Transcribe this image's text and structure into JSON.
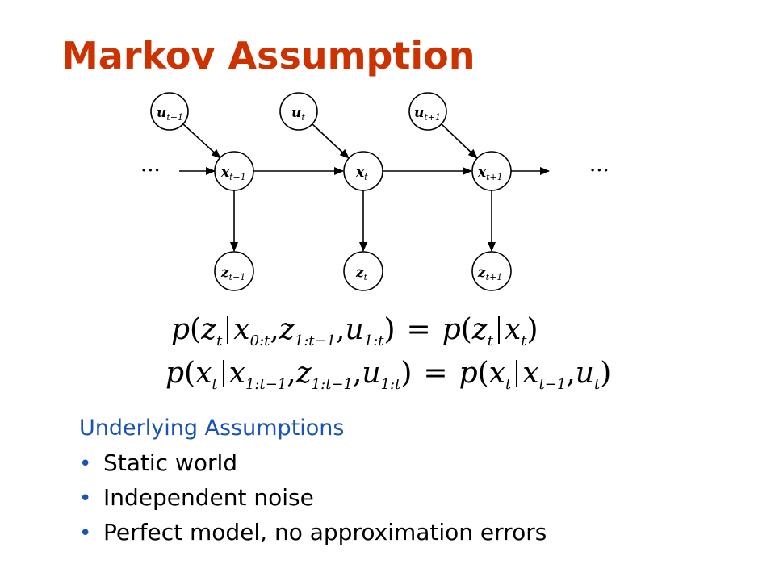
{
  "title": "Markov Assumption",
  "diagram": {
    "ellipsis": "···",
    "nodes": {
      "u_prev": {
        "base": "u",
        "sub": "t−1"
      },
      "u_cur": {
        "base": "u",
        "sub": "t"
      },
      "u_next": {
        "base": "u",
        "sub": "t+1"
      },
      "x_prev": {
        "base": "x",
        "sub": "t−1"
      },
      "x_cur": {
        "base": "x",
        "sub": "t"
      },
      "x_next": {
        "base": "x",
        "sub": "t+1"
      },
      "z_prev": {
        "base": "z",
        "sub": "t−1"
      },
      "z_cur": {
        "base": "z",
        "sub": "t"
      },
      "z_next": {
        "base": "z",
        "sub": "t+1"
      }
    }
  },
  "equations": {
    "eq1": {
      "p": "p",
      "z": "z",
      "t": "t",
      "x": "x",
      "u": "u",
      "s_x": "0:t",
      "s_z": "1:t−1",
      "s_u": "1:t"
    },
    "eq2": {
      "p": "p",
      "z": "z",
      "t": "t",
      "x": "x",
      "u": "u",
      "s_x": "1:t−1",
      "s_z": "1:t−1",
      "s_u": "1:t",
      "s_xprev": "t−1"
    }
  },
  "assumptions": {
    "heading": "Underlying Assumptions",
    "bullet": "•",
    "items": [
      "Static world",
      "Independent noise",
      "Perfect model, no approximation errors"
    ]
  }
}
